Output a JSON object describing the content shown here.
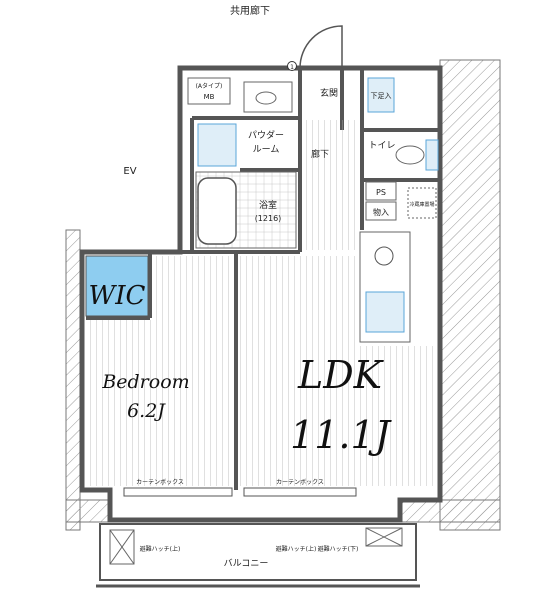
{
  "corridor_label": "共用廊下",
  "ev_label": "EV",
  "door_marker": "1",
  "type_note": "(Aタイプ)",
  "mb_label": "MB",
  "entrance_label": "玄関",
  "storage_label": "下足入",
  "powder_room_label_1": "パウダー",
  "powder_room_label_2": "ルーム",
  "hallway_label": "廊下",
  "toilet_label": "トイレ",
  "bath_label": "浴室",
  "bath_size": "(1216)",
  "ps_label": "PS",
  "closet_label": "物入",
  "fridge_label": "冷蔵庫置場",
  "wic_label": "WIC",
  "bedroom_label": "Bedroom",
  "bedroom_size": "6.2J",
  "ldk_label": "LDK",
  "ldk_size": "11.1J",
  "curtain_box_label_1": "カーテンボックス",
  "curtain_box_label_2": "カーテンボックス",
  "balcony_label": "バルコニー",
  "evac_hatch_left": "避難ハッチ(上)",
  "evac_hatch_mid": "避難ハッチ(上)",
  "evac_hatch_right": "避難ハッチ(下)",
  "colors": {
    "wall": "#888888",
    "wall_dark": "#555555",
    "wic_fill": "#8ecdf0",
    "fixture_blue": "#5aa5d8",
    "floor_line": "#9a9a9a"
  }
}
